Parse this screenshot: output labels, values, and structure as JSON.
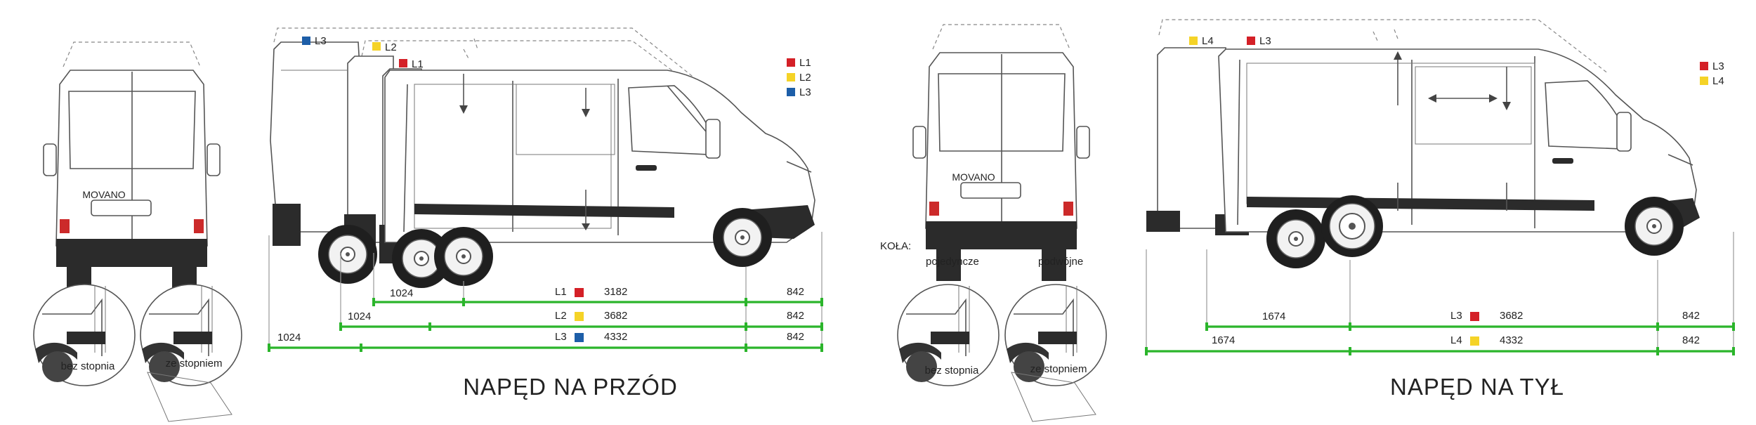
{
  "colors": {
    "red": "#d42027",
    "yellow": "#f5d327",
    "blue": "#1d5ea8",
    "green": "#2bb52b"
  },
  "fwd": {
    "title": "NAPĘD NA PRZÓD",
    "rear_plate": "MOVANO",
    "legend": [
      "L1",
      "L2",
      "L3"
    ],
    "tags": [
      "L3",
      "L2",
      "L1"
    ],
    "step_without": "bez stopnia",
    "step_with": "ze stopniem",
    "dims": [
      {
        "overhang": "1024",
        "label": "L1",
        "wheelbase": "3182",
        "front": "842"
      },
      {
        "overhang": "1024",
        "label": "L2",
        "wheelbase": "3682",
        "front": "842"
      },
      {
        "overhang": "1024",
        "label": "L3",
        "wheelbase": "4332",
        "front": "842"
      }
    ]
  },
  "rwd": {
    "title": "NAPĘD NA TYŁ",
    "rear_plate": "MOVANO",
    "wheels_label": "KOŁA:",
    "wheels_single": "pojedyncze",
    "wheels_dual": "podwójne",
    "legend": [
      "L3",
      "L4"
    ],
    "tags": [
      "L4",
      "L3"
    ],
    "step_without": "bez stopnia",
    "step_with": "ze stopniem",
    "dims": [
      {
        "overhang": "1674",
        "label": "L3",
        "wheelbase": "3682",
        "front": "842"
      },
      {
        "overhang": "1674",
        "label": "L4",
        "wheelbase": "4332",
        "front": "842"
      }
    ]
  }
}
